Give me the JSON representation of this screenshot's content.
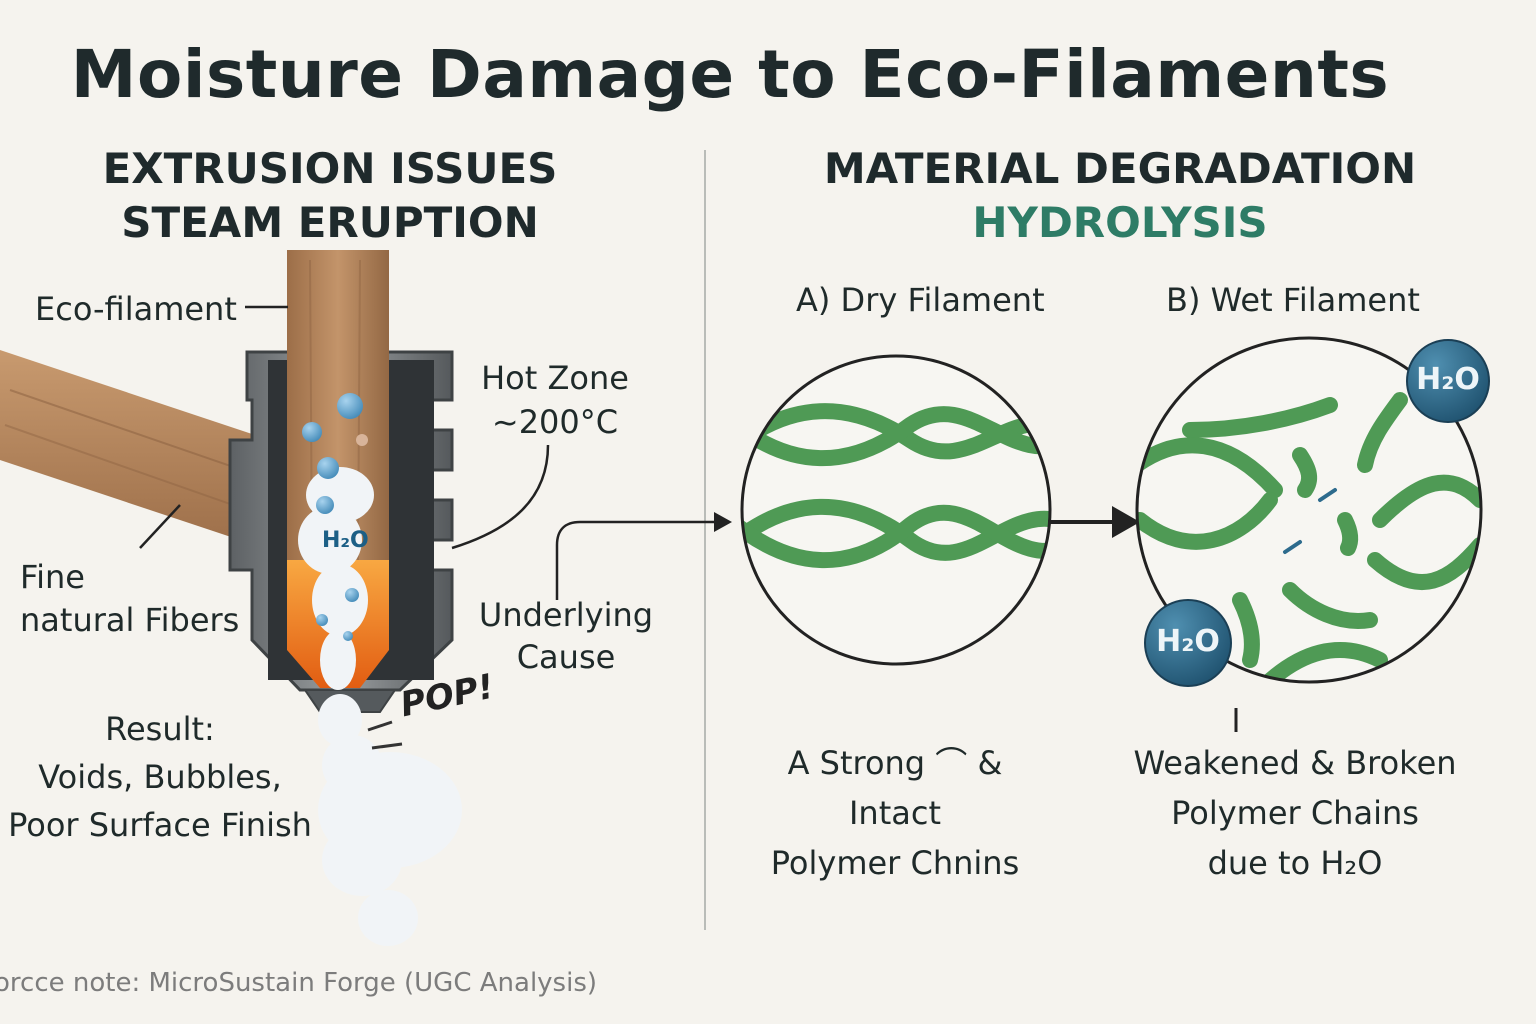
{
  "title": "Moisture Damage to Eco-Filaments",
  "left": {
    "heading_line1": "EXTRUSION ISSUES",
    "heading_line2": "STEAM ERUPTION",
    "eco_filament_label": "Eco-filament",
    "fibers_line1": "Fine",
    "fibers_line2": "natural Fibers",
    "hot_zone_line1": "Hot Zone",
    "hot_zone_line2": "~200°C",
    "h2o_label": "H₂O",
    "pop": "POP!",
    "result_line1": "Result:",
    "result_line2": "Voids, Bubbles,",
    "result_line3": "Poor Surface Finish",
    "cause_line1": "Underlying",
    "cause_line2": "Cause"
  },
  "right": {
    "heading_line1": "MATERIAL DEGRADATION",
    "heading_line2": "HYDROLYSIS",
    "dry_label": "A) Dry Filament",
    "wet_label": "B) Wet Filament",
    "dry_caption_line1": "A Strong ⌒ &",
    "dry_caption_line2": "Intact",
    "dry_caption_line3": "Polymer Chnins",
    "wet_caption_line1": "Weakened & Broken",
    "wet_caption_line2": "Polymer Chains",
    "wet_caption_line3": "due to H₂O",
    "h2o_ball": "H₂O"
  },
  "source": "orcce note: MicroSustain Forge (UGC Analysis)",
  "colors": {
    "background": "#f5f3ee",
    "accent_green": "#2e7c66",
    "polymer_green": "#4f9a55",
    "filament_brown": "#b8875e",
    "nozzle_gray": "#6e7275",
    "heat_orange": "#f07d1f",
    "water_blue": "#2d6b8d"
  }
}
